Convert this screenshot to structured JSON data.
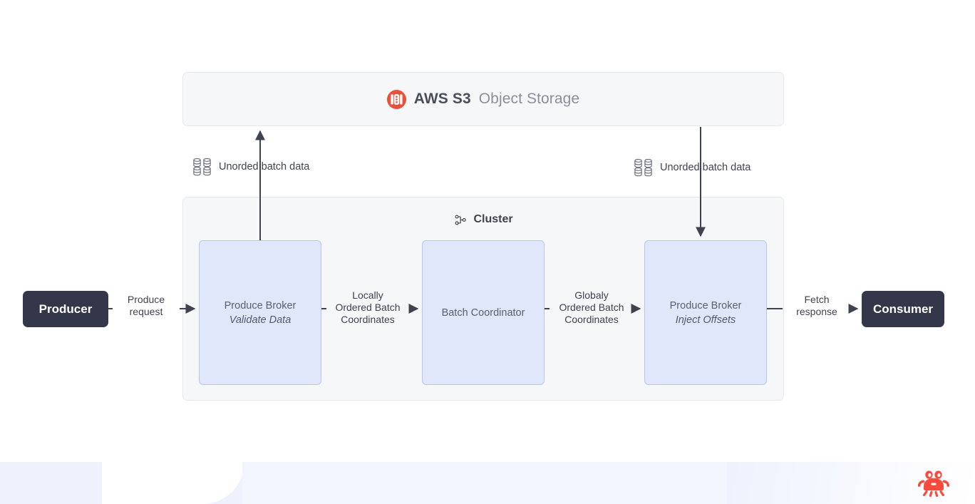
{
  "diagram": {
    "title": "Produce / Fetch data flow through cluster and AWS S3",
    "colors": {
      "panel_bg": "#f6f7f9",
      "panel_border": "#e6e8ec",
      "node_bg": "#e1e7fb",
      "node_border": "#b9c6ef",
      "endpoint_bg": "#34374a",
      "endpoint_text": "#ffffff",
      "edge_stroke": "#3f4350",
      "s3_accent": "#e8513a",
      "crab_accent": "#fa4a3c",
      "footer_band": "#eef2fd"
    }
  },
  "storage_panel": {
    "icon": "aws-s3-icon",
    "brand": "AWS S3",
    "subtitle": "Object Storage"
  },
  "cluster_panel": {
    "icon": "cluster-network-icon",
    "title": "Cluster",
    "nodes": [
      {
        "id": "produce-broker-validate",
        "title": "Produce Broker",
        "subtitle": "Validate Data"
      },
      {
        "id": "batch-coordinator",
        "title": "Batch Coordinator",
        "subtitle": ""
      },
      {
        "id": "produce-broker-inject",
        "title": "Produce Broker",
        "subtitle": "Inject Offsets"
      }
    ]
  },
  "endpoints": {
    "producer": "Producer",
    "consumer": "Consumer"
  },
  "edges": {
    "produce_request": "Produce\nrequest",
    "produce_request_line1": "Produce",
    "produce_request_line2": "request",
    "locally_ordered": "Locally\nOrdered Batch\nCoordinates",
    "locally_line1": "Locally",
    "locally_line2": "Ordered Batch",
    "locally_line3": "Coordinates",
    "globaly_ordered": "Globaly\nOrdered Batch\nCoordinates",
    "globaly_line1": "Globaly",
    "globaly_line2": "Ordered Batch",
    "globaly_line3": "Coordinates",
    "fetch_response_line1": "Fetch",
    "fetch_response_line2": "response",
    "unordered_batch_left": "Unorded batch data",
    "unordered_batch_right": "Unorded batch data",
    "database_icon": "database-grid-icon"
  },
  "branding": {
    "logo": "crab-logo"
  }
}
